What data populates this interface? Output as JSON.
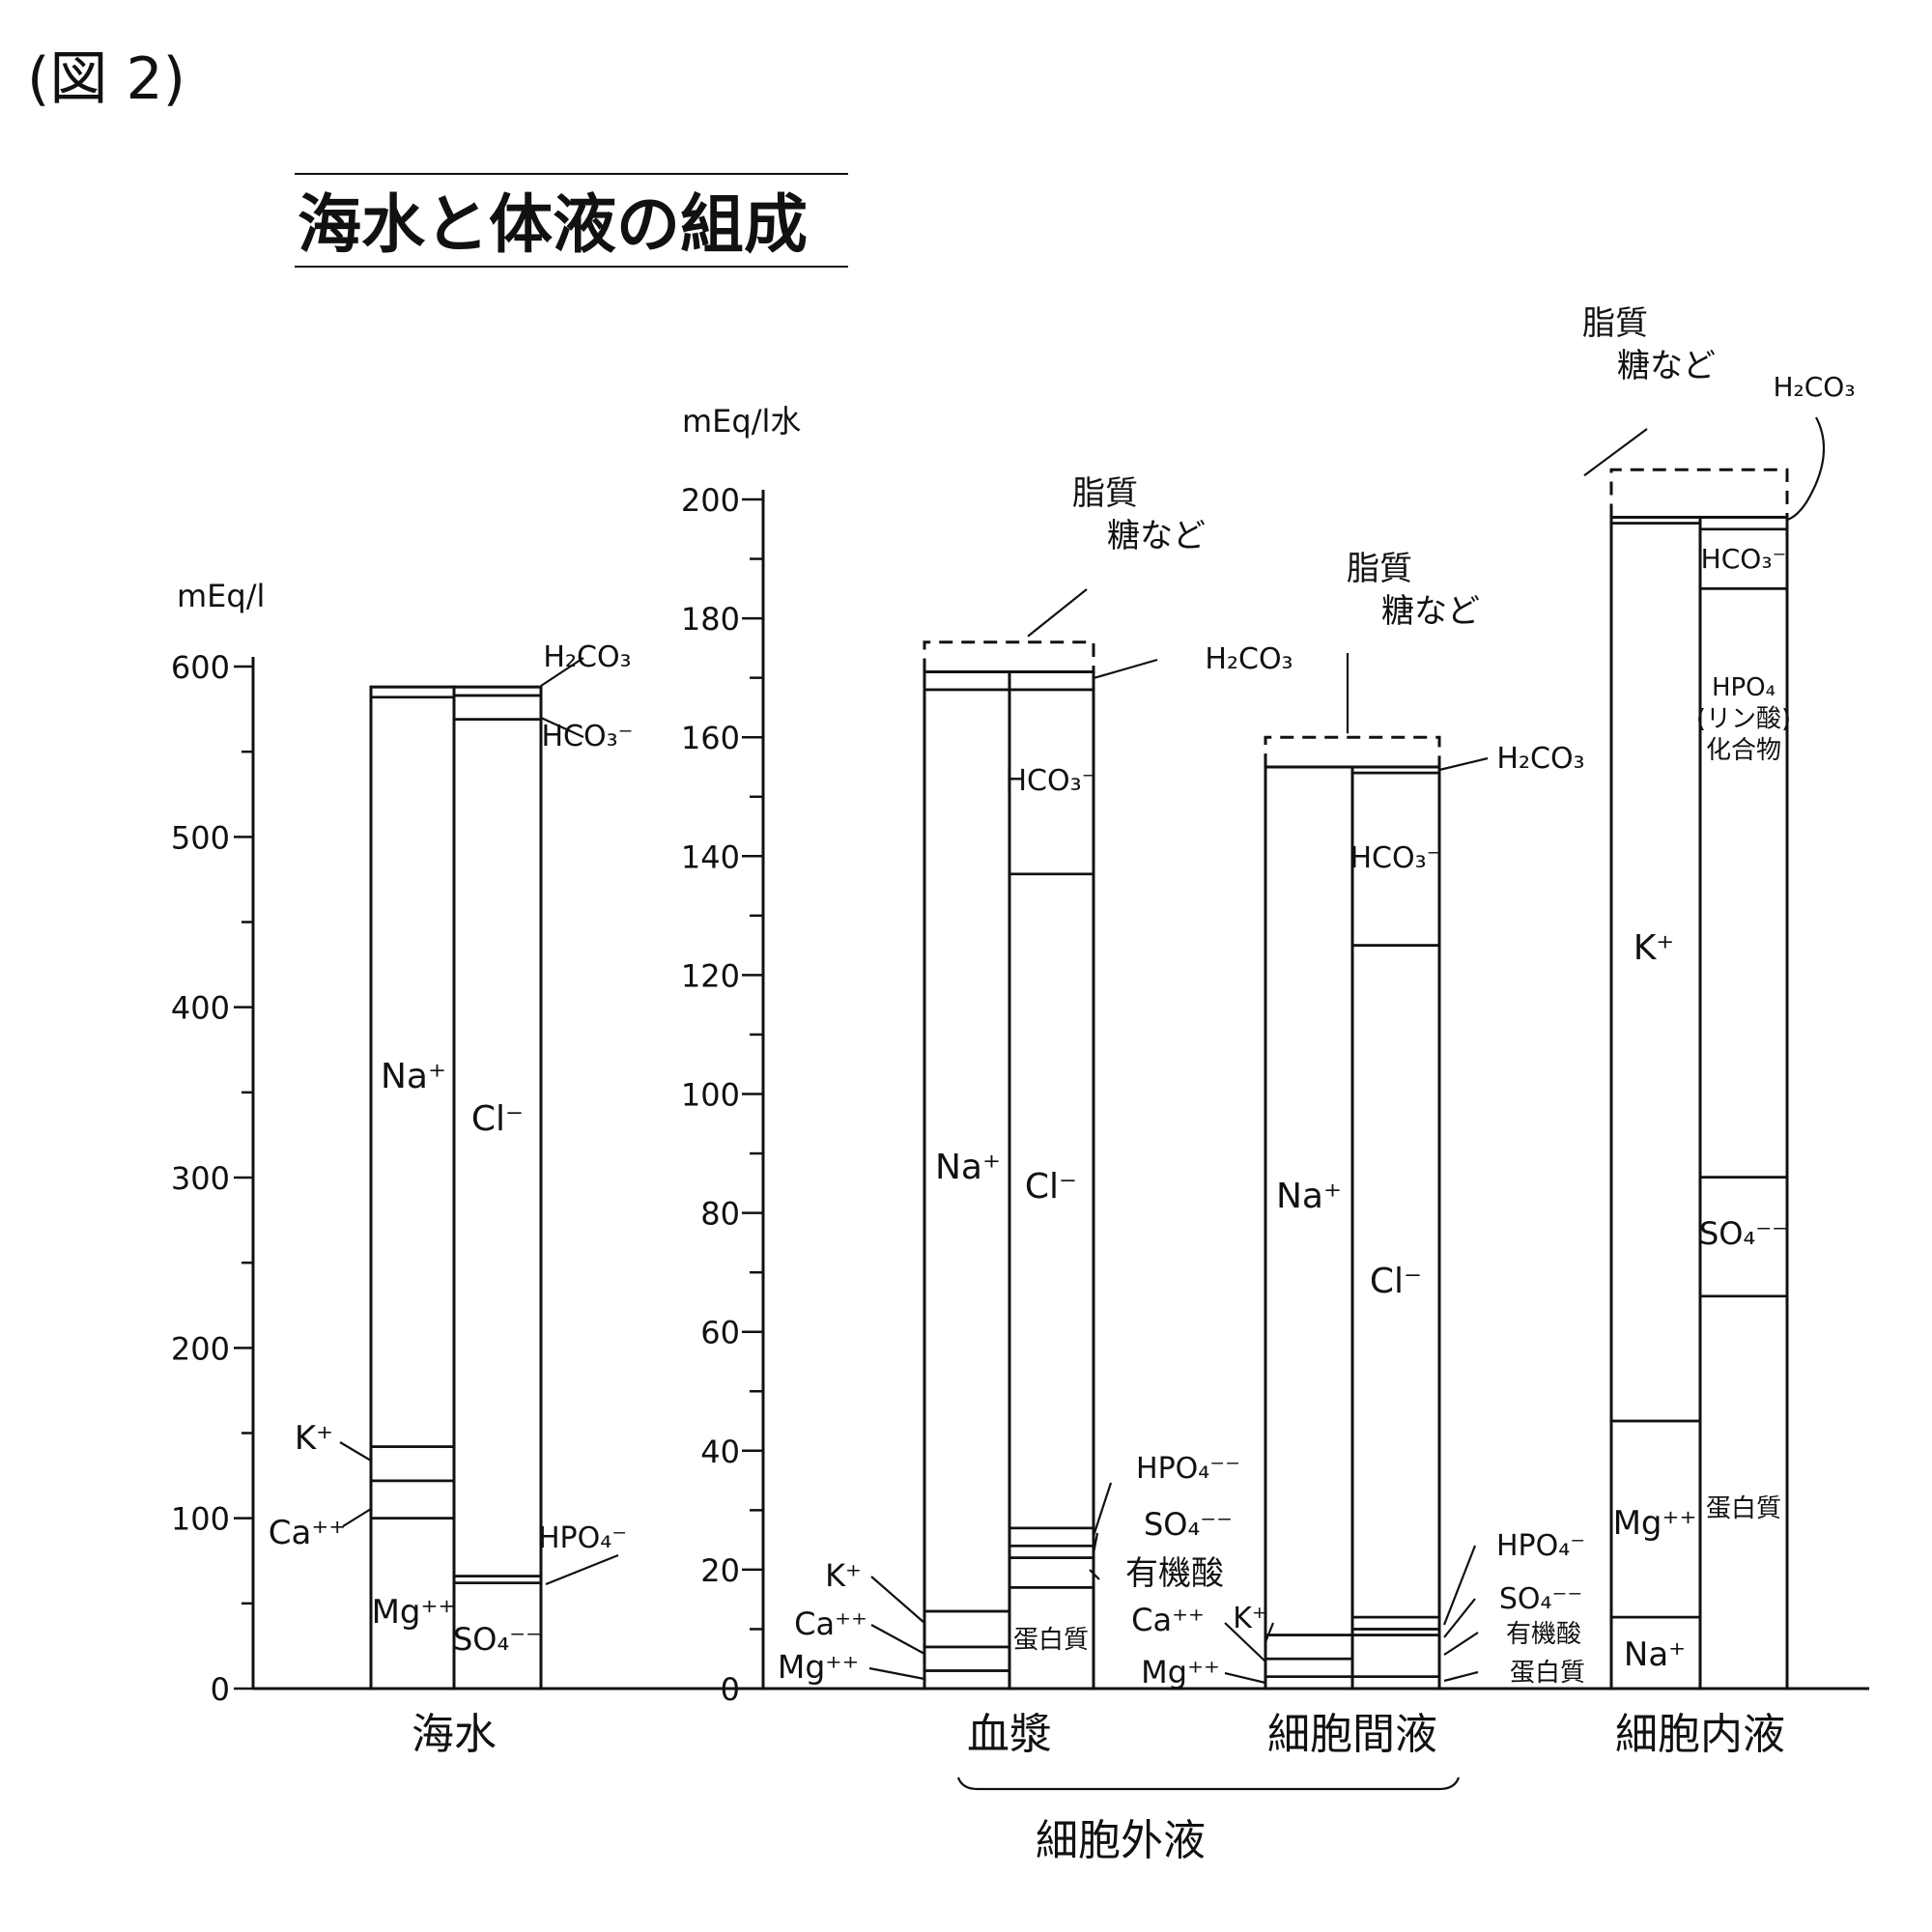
{
  "figure_label": "(図 2)",
  "chart_data": {
    "type": "bar",
    "title": "海水と体液の組成",
    "panels": [
      {
        "name": "海水",
        "ylabel": "mEq/l",
        "ylim": [
          0,
          600
        ],
        "ticks": [
          "0",
          "100",
          "200",
          "300",
          "400",
          "500",
          "600"
        ],
        "columns": [
          {
            "side": "cation",
            "segments": [
              {
                "label": "Mg⁺⁺",
                "value": 100
              },
              {
                "label": "Ca⁺⁺",
                "value": 22
              },
              {
                "label": "K⁺",
                "value": 20
              },
              {
                "label": "Na⁺",
                "value": 440
              },
              {
                "label": "",
                "value": 6
              }
            ]
          },
          {
            "side": "anion",
            "segments": [
              {
                "label": "SO₄⁻⁻",
                "value": 62
              },
              {
                "label": "HPO₄⁻",
                "value": 4
              },
              {
                "label": "Cl⁻",
                "value": 503
              },
              {
                "label": "HCO₃⁻",
                "value": 14
              },
              {
                "label": "H₂CO₃",
                "value": 5
              }
            ]
          }
        ]
      },
      {
        "name": "血漿",
        "group": "細胞外液",
        "ylabel": "mEq/l水",
        "ylim": [
          0,
          200
        ],
        "ticks": [
          "0",
          "20",
          "40",
          "60",
          "80",
          "100",
          "120",
          "140",
          "160",
          "180",
          "200"
        ],
        "extra_top": {
          "label": "脂質\n糖など",
          "value": 5
        },
        "columns": [
          {
            "side": "cation",
            "segments": [
              {
                "label": "Mg⁺⁺",
                "value": 3
              },
              {
                "label": "Ca⁺⁺",
                "value": 4
              },
              {
                "label": "K⁺",
                "value": 6
              },
              {
                "label": "Na⁺",
                "value": 155
              },
              {
                "label": "",
                "value": 3
              }
            ]
          },
          {
            "side": "anion",
            "segments": [
              {
                "label": "蛋白質",
                "value": 17
              },
              {
                "label": "有機酸",
                "value": 5
              },
              {
                "label": "SO₄⁻⁻",
                "value": 2
              },
              {
                "label": "HPO₄⁻⁻",
                "value": 3
              },
              {
                "label": "Cl⁻",
                "value": 110
              },
              {
                "label": "HCO₃⁻",
                "value": 31
              },
              {
                "label": "H₂CO₃",
                "value": 3
              }
            ]
          }
        ]
      },
      {
        "name": "細胞間液",
        "group": "細胞外液",
        "ylim": [
          0,
          200
        ],
        "extra_top": {
          "label": "脂質\n糖など",
          "value": 5
        },
        "columns": [
          {
            "side": "cation",
            "segments": [
              {
                "label": "Mg⁺⁺",
                "value": 2
              },
              {
                "label": "Ca⁺⁺",
                "value": 3
              },
              {
                "label": "K⁺",
                "value": 4
              },
              {
                "label": "Na⁺",
                "value": 146
              }
            ]
          },
          {
            "side": "anion",
            "segments": [
              {
                "label": "蛋白質",
                "value": 2
              },
              {
                "label": "有機酸",
                "value": 7
              },
              {
                "label": "SO₄⁻⁻",
                "value": 1
              },
              {
                "label": "HPO₄⁻",
                "value": 2
              },
              {
                "label": "Cl⁻",
                "value": 113
              },
              {
                "label": "HCO₃⁻",
                "value": 29
              },
              {
                "label": "H₂CO₃",
                "value": 1
              }
            ]
          }
        ]
      },
      {
        "name": "細胞内液",
        "ylim": [
          0,
          200
        ],
        "extra_top": {
          "label": "脂質\n糖など",
          "value": 8
        },
        "columns": [
          {
            "side": "cation",
            "segments": [
              {
                "label": "Na⁺",
                "value": 12
              },
              {
                "label": "Mg⁺⁺",
                "value": 33
              },
              {
                "label": "K⁺",
                "value": 151
              },
              {
                "label": "",
                "value": 1
              }
            ]
          },
          {
            "side": "anion",
            "segments": [
              {
                "label": "蛋白質",
                "value": 66
              },
              {
                "label": "SO₄⁻⁻",
                "value": 20
              },
              {
                "label": "HPO₄\n(リン酸)\n化合物",
                "value": 99
              },
              {
                "label": "HCO₃⁻",
                "value": 10
              },
              {
                "label": "H₂CO₃",
                "value": 2
              }
            ]
          }
        ]
      }
    ],
    "groups": [
      {
        "label": "細胞外液",
        "panels": [
          "血漿",
          "細胞間液"
        ]
      }
    ]
  }
}
